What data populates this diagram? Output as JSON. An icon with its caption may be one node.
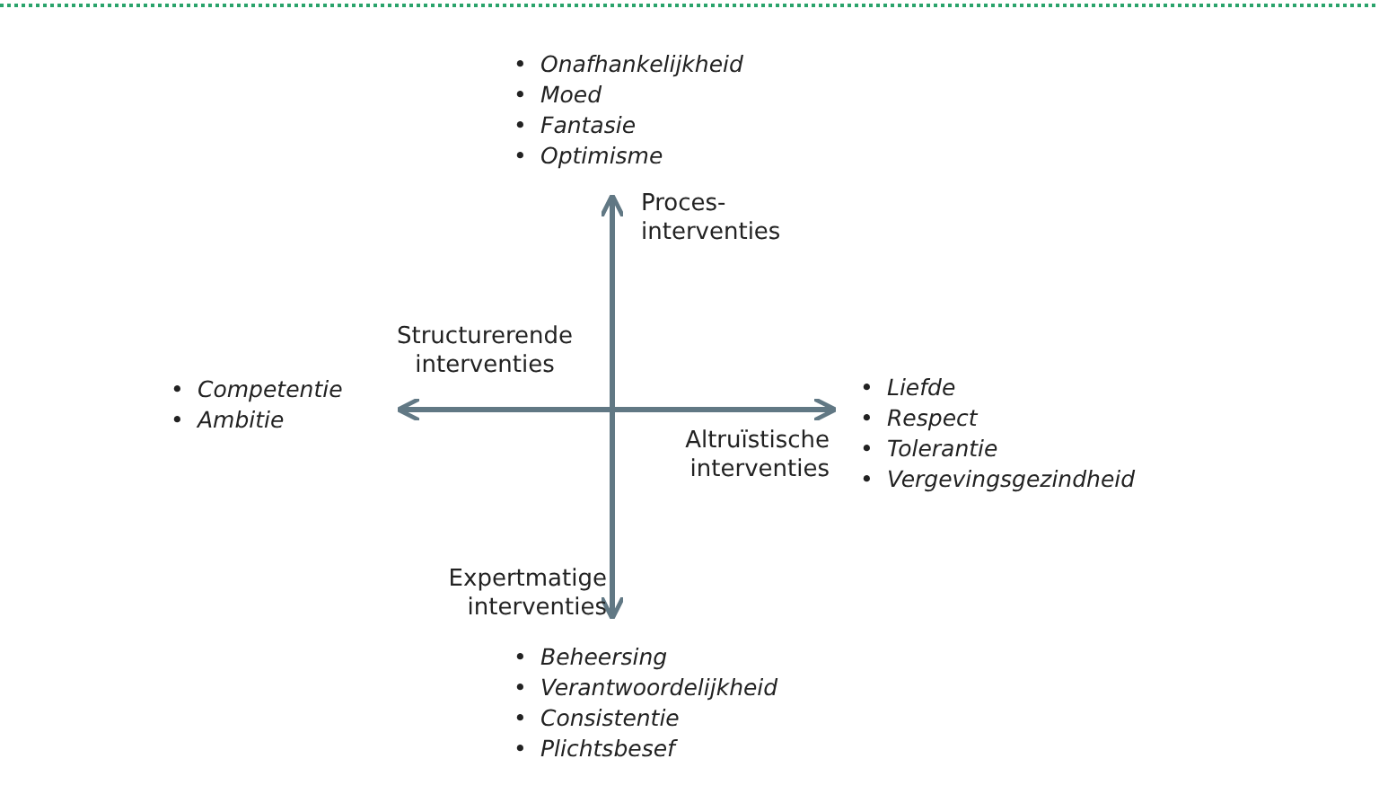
{
  "diagram": {
    "labels": [
      "•",
      "Onafhankelijkheid",
      "•",
      "Moed",
      "•",
      "Fantasie",
      "•",
      "Optimisme",
      "Proces-interventies",
      "Structurerende interventies",
      "•",
      "Competentie",
      "•",
      "Ambitie",
      "•",
      "Liefde",
      "•",
      "Respect",
      "•",
      "Tolerantie",
      "•",
      "Vergevingsgezindheid",
      "Altruïstische interventies",
      "Expertmatige interventies",
      "•",
      "Beheersing",
      "•",
      "Verantwoordelijkheid",
      "•",
      "Consistentie",
      "•",
      "Plichtsbesef"
    ]
  }
}
